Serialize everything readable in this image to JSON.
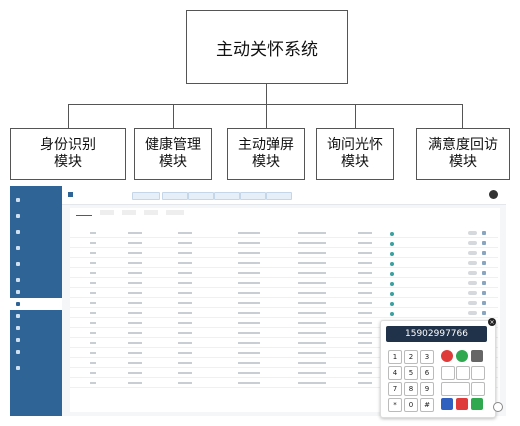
{
  "diagram": {
    "root": "主动关怀系统",
    "modules": [
      {
        "line1": "身份识别",
        "line2": "模块"
      },
      {
        "line1": "健康管理",
        "line2": "模块"
      },
      {
        "line1": "主动弹屏",
        "line2": "模块"
      },
      {
        "line1": "询问光怀",
        "line2": "模块"
      },
      {
        "line1": "满意度回访",
        "line2": "模块"
      }
    ]
  },
  "phone": {
    "number": "15902997766",
    "keys": [
      "1",
      "2",
      "3",
      "4",
      "5",
      "6",
      "7",
      "8",
      "9",
      "*",
      "0",
      "#"
    ]
  }
}
